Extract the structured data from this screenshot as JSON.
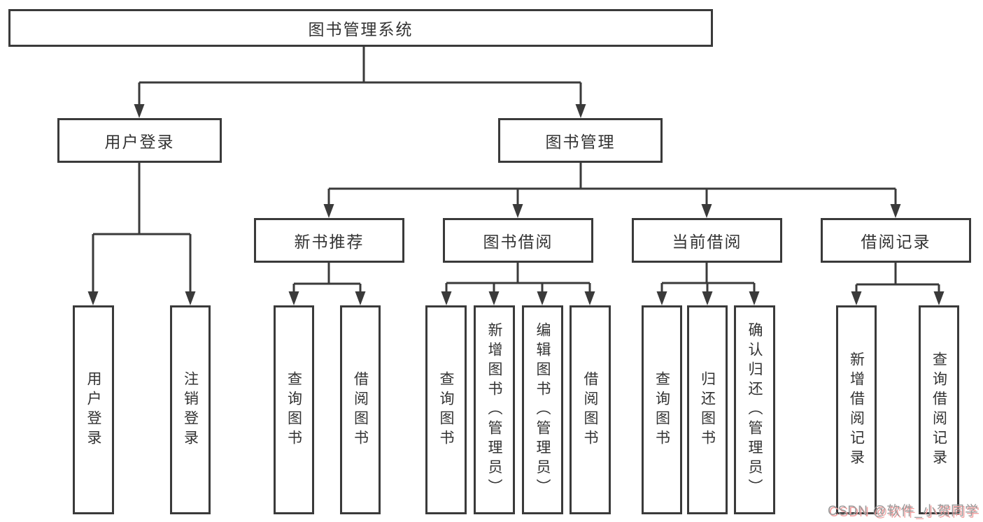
{
  "diagram": {
    "root": "图书管理系统",
    "level2": [
      "用户登录",
      "图书管理"
    ],
    "level3": [
      "新书推荐",
      "图书借阅",
      "当前借阅",
      "借阅记录"
    ],
    "leaves_user_login": [
      "用户登录",
      "注销登录"
    ],
    "leaves_new_book": [
      "查询图书",
      "借阅图书"
    ],
    "leaves_book_borrow": [
      "查询图书",
      "新增图书（管理员）",
      "编辑图书（管理员）",
      "借阅图书"
    ],
    "leaves_current_borrow": [
      "查询图书",
      "归还图书",
      "确认归还（管理员）"
    ],
    "leaves_borrow_record": [
      "新增借阅记录",
      "查询借阅记录"
    ]
  },
  "watermark": "CSDN @软件_小贺同学",
  "colors": {
    "line": "#3a3a3a",
    "text": "#333333",
    "background": "#ffffff",
    "watermark": "#9b9b9b",
    "watermark_shadow": "#f2a0a0"
  }
}
